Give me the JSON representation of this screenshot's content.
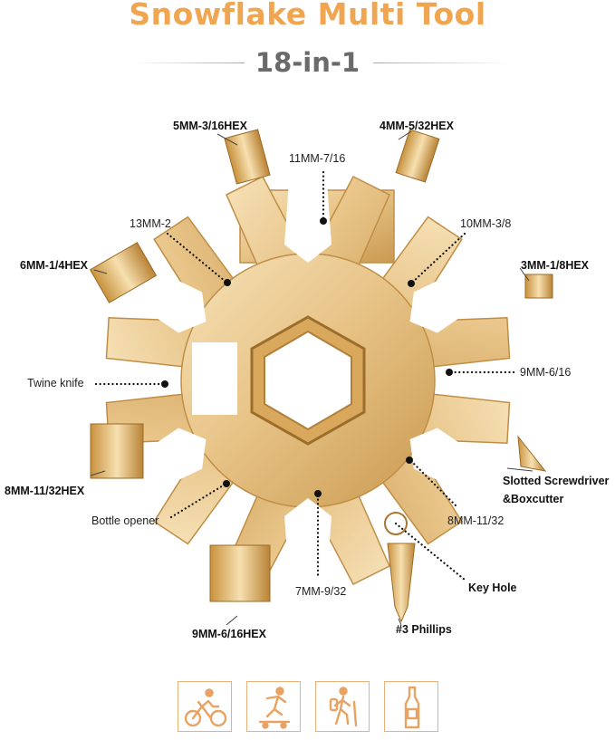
{
  "header": {
    "title": "Snowflake Multi Tool",
    "subtitle": "18-in-1"
  },
  "labels": {
    "hex_5mm": "5MM-3/16HEX",
    "hex_4mm": "4MM-5/32HEX",
    "wrench_11mm": "11MM-7/16",
    "wrench_13mm": "13MM-2",
    "wrench_10mm": "10MM-3/8",
    "hex_6mm": "6MM-1/4HEX",
    "hex_3mm": "3MM-1/8HEX",
    "twine_knife": "Twine knife",
    "wrench_9mm": "9MM-6/16",
    "hex_8mm": "8MM-11/32HEX",
    "slotted_1": "Slotted Screwdriver",
    "slotted_2": "&Boxcutter",
    "bottle_opener": "Bottle opener",
    "wrench_8mm": "8MM-11/32",
    "key_hole": "Key Hole",
    "wrench_7mm": "7MM-9/32",
    "hex_9mm": "9MM-6/16HEX",
    "phillips": "#3 Phillips"
  },
  "colors": {
    "title": "#f0a550",
    "metal_light": "#f3d9a8",
    "metal_mid": "#dfb66f",
    "metal_dark": "#b9893f",
    "icon_border": "#eab07a"
  },
  "activity_icons": [
    "cycling-icon",
    "skateboarding-icon",
    "hiking-icon",
    "bottle-icon"
  ]
}
